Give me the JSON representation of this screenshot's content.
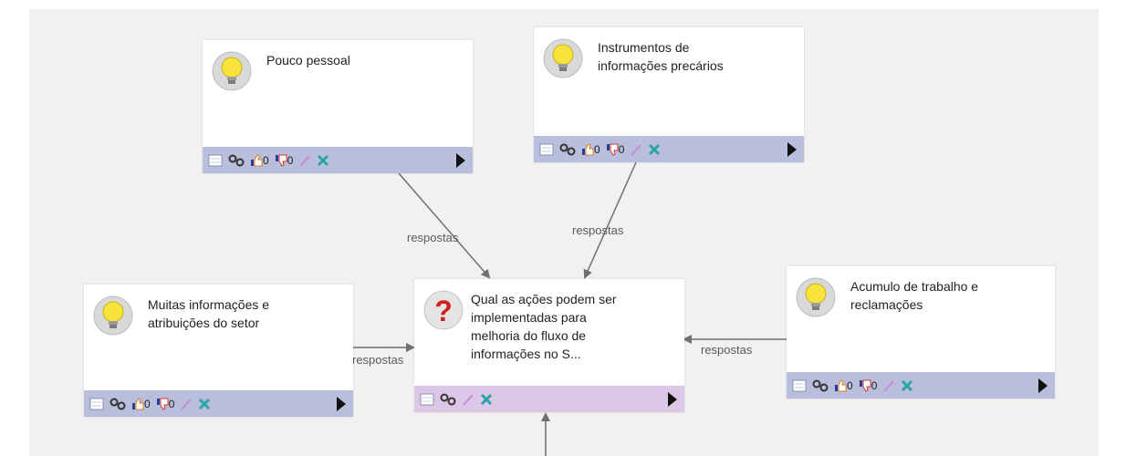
{
  "nodes": {
    "pouco": {
      "title": "Pouco pessoal",
      "agree": "0",
      "disagree": "0"
    },
    "instrumentos": {
      "title_l1": "Instrumentos de",
      "title_l2": "informações precários",
      "agree": "0",
      "disagree": "0"
    },
    "muitas": {
      "title_l1": "Muitas informações e",
      "title_l2": "atribuições do setor",
      "agree": "0",
      "disagree": "0"
    },
    "acumulo": {
      "title_l1": "Acumulo de trabalho e",
      "title_l2": "reclamações",
      "agree": "0",
      "disagree": "0"
    },
    "question": {
      "l1": "Qual as ações podem ser",
      "l2": "implementadas para",
      "l3": "melhoria do fluxo de",
      "l4": "informações no S..."
    }
  },
  "edge_labels": {
    "top_left": "respostas",
    "top_right": "respostas",
    "left": "respostas",
    "right": "respostas"
  },
  "colors": {
    "toolbar_idea": "#b8bedb",
    "toolbar_question": "#dcc7e6",
    "canvas": "#f1f1f1",
    "edge": "#6f6f6f"
  }
}
